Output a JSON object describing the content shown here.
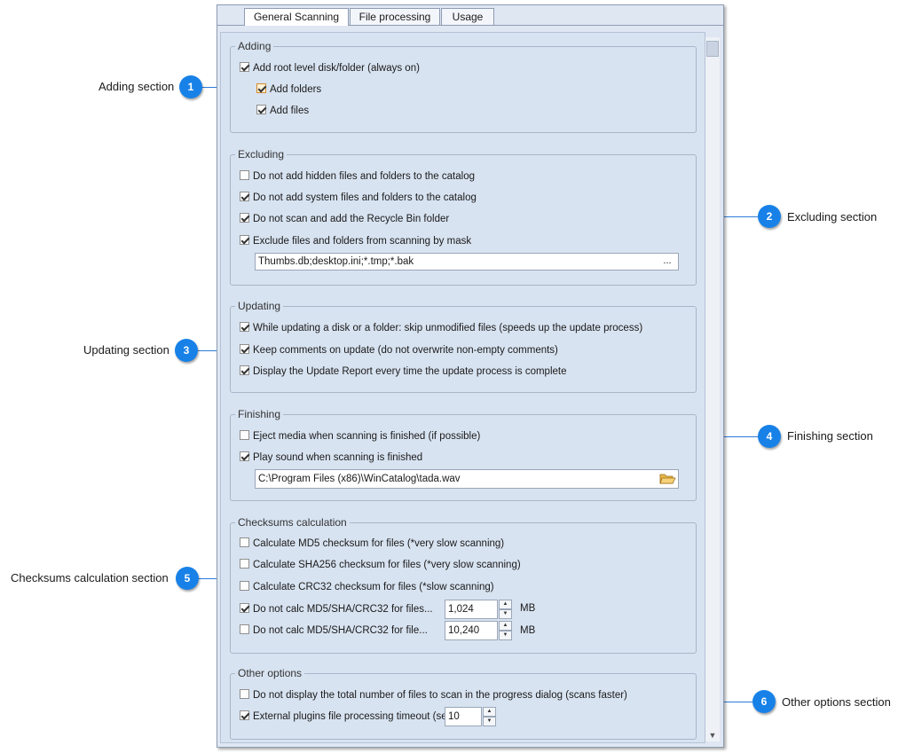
{
  "tabs": [
    {
      "label": "General Scanning"
    },
    {
      "label": "File processing"
    },
    {
      "label": "Usage"
    }
  ],
  "adding": {
    "legend": "Adding",
    "add_root": "Add root level disk/folder (always on)",
    "add_folders": "Add folders",
    "add_files": "Add files"
  },
  "excluding": {
    "legend": "Excluding",
    "hidden": "Do not add hidden files and folders to the catalog",
    "system": "Do not add system files and folders to the catalog",
    "recycle": "Do not scan and add the Recycle Bin folder",
    "mask": "Exclude files and folders from scanning by mask",
    "mask_value": "Thumbs.db;desktop.ini;*.tmp;*.bak",
    "mask_button": "..."
  },
  "updating": {
    "legend": "Updating",
    "skip_unmodified": "While updating a disk or a folder: skip unmodified files (speeds up the update process)",
    "keep_comments": "Keep comments on update (do not overwrite non-empty comments)",
    "display_report": "Display the Update Report every time the update process is complete"
  },
  "finishing": {
    "legend": "Finishing",
    "eject": "Eject media when scanning is finished (if possible)",
    "play_sound": "Play sound when scanning is finished",
    "sound_path": "C:\\Program Files (x86)\\WinCatalog\\tada.wav"
  },
  "checksums": {
    "legend": "Checksums calculation",
    "md5": "Calculate MD5 checksum for files (*very slow scanning)",
    "sha256": "Calculate SHA256 checksum for files (*very slow scanning)",
    "crc32": "Calculate CRC32 checksum for files (*slow scanning)",
    "limit1_label": "Do not calc MD5/SHA/CRC32 for files...",
    "limit1_value": "1,024",
    "limit1_unit": "MB",
    "limit2_label": "Do not calc MD5/SHA/CRC32 for file...",
    "limit2_value": "10,240",
    "limit2_unit": "MB"
  },
  "other": {
    "legend": "Other options",
    "no_total": "Do not display the total number of files to scan in the progress dialog (scans faster)",
    "plugins_timeout": "External plugins file processing timeout (se...",
    "timeout_value": "10"
  },
  "callouts": [
    {
      "number": "1",
      "label": "Adding section"
    },
    {
      "number": "2",
      "label": "Excluding section"
    },
    {
      "number": "3",
      "label": "Updating section"
    },
    {
      "number": "4",
      "label": "Finishing section"
    },
    {
      "number": "5",
      "label": "Checksums calculation section"
    },
    {
      "number": "6",
      "label": "Other options section"
    }
  ],
  "colors": {
    "panel_bg": "#dfe7f3",
    "badge": "#1781e8",
    "leader_line": "#2b7bd8"
  }
}
